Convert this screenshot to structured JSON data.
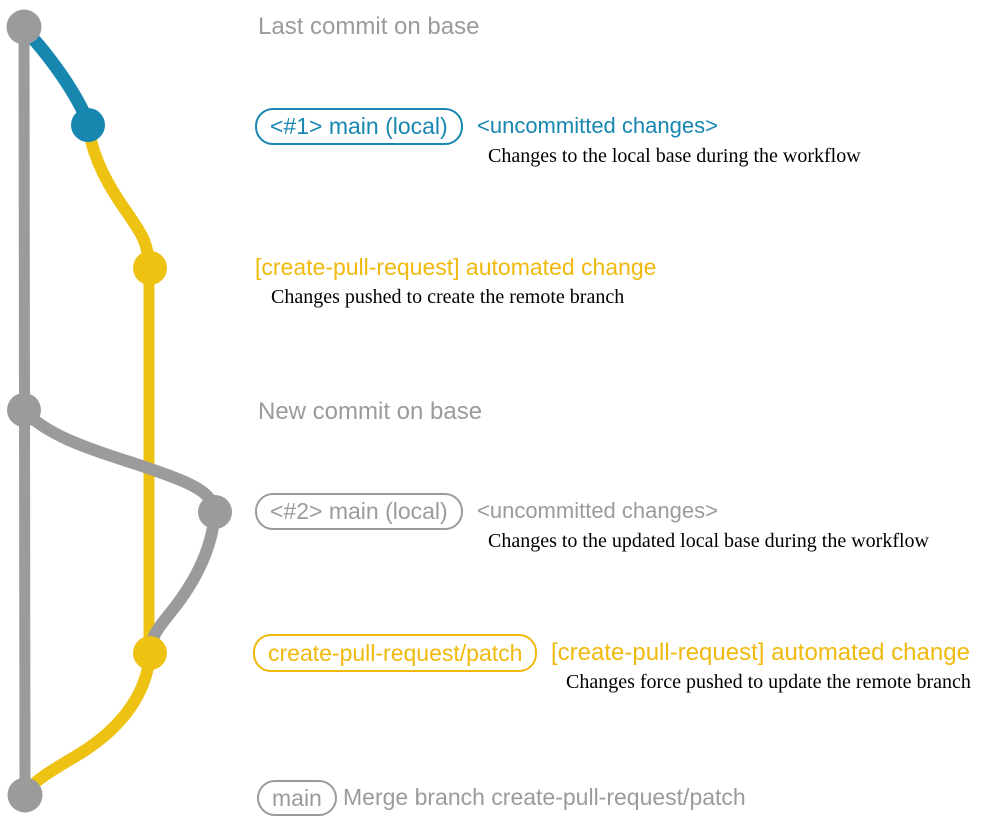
{
  "colors": {
    "gray": "#9b9b9b",
    "teal": "#1787b0",
    "yellow": "#edc213",
    "gold": "#f0b90e",
    "ink": "#000000",
    "background": "#ffffff"
  },
  "captions": {
    "last_commit_on_base": "Last commit on base",
    "new_commit_on_base": "New commit on base"
  },
  "annotations": {
    "commit1": {
      "badge": "<#1> main (local)",
      "title": "<uncommitted changes>",
      "description": "Changes to the local base during the workflow"
    },
    "push1": {
      "title": "[create-pull-request] automated change",
      "description": "Changes pushed to create the remote branch"
    },
    "commit2": {
      "badge": "<#2> main (local)",
      "title": "<uncommitted changes>",
      "description": "Changes to the updated local base during the workflow"
    },
    "push2": {
      "badge": "create-pull-request/patch",
      "title": "[create-pull-request] automated change",
      "description": "Changes force pushed to update the remote branch"
    },
    "merge": {
      "badge": "main",
      "message": "Merge branch create-pull-request/patch"
    }
  },
  "graph": {
    "branches": [
      {
        "name": "base-branch",
        "color": "gray"
      },
      {
        "name": "local-main-changes",
        "color": "teal"
      },
      {
        "name": "create-pull-request-patch",
        "color": "yellow"
      }
    ],
    "commits": [
      {
        "name": "last-commit-on-base",
        "color": "gray"
      },
      {
        "name": "uncommitted-changes-1",
        "color": "teal"
      },
      {
        "name": "automated-change-1",
        "color": "yellow"
      },
      {
        "name": "new-commit-on-base",
        "color": "gray"
      },
      {
        "name": "uncommitted-changes-2",
        "color": "gray"
      },
      {
        "name": "automated-change-2",
        "color": "yellow"
      },
      {
        "name": "merge-commit",
        "color": "gray"
      }
    ]
  }
}
